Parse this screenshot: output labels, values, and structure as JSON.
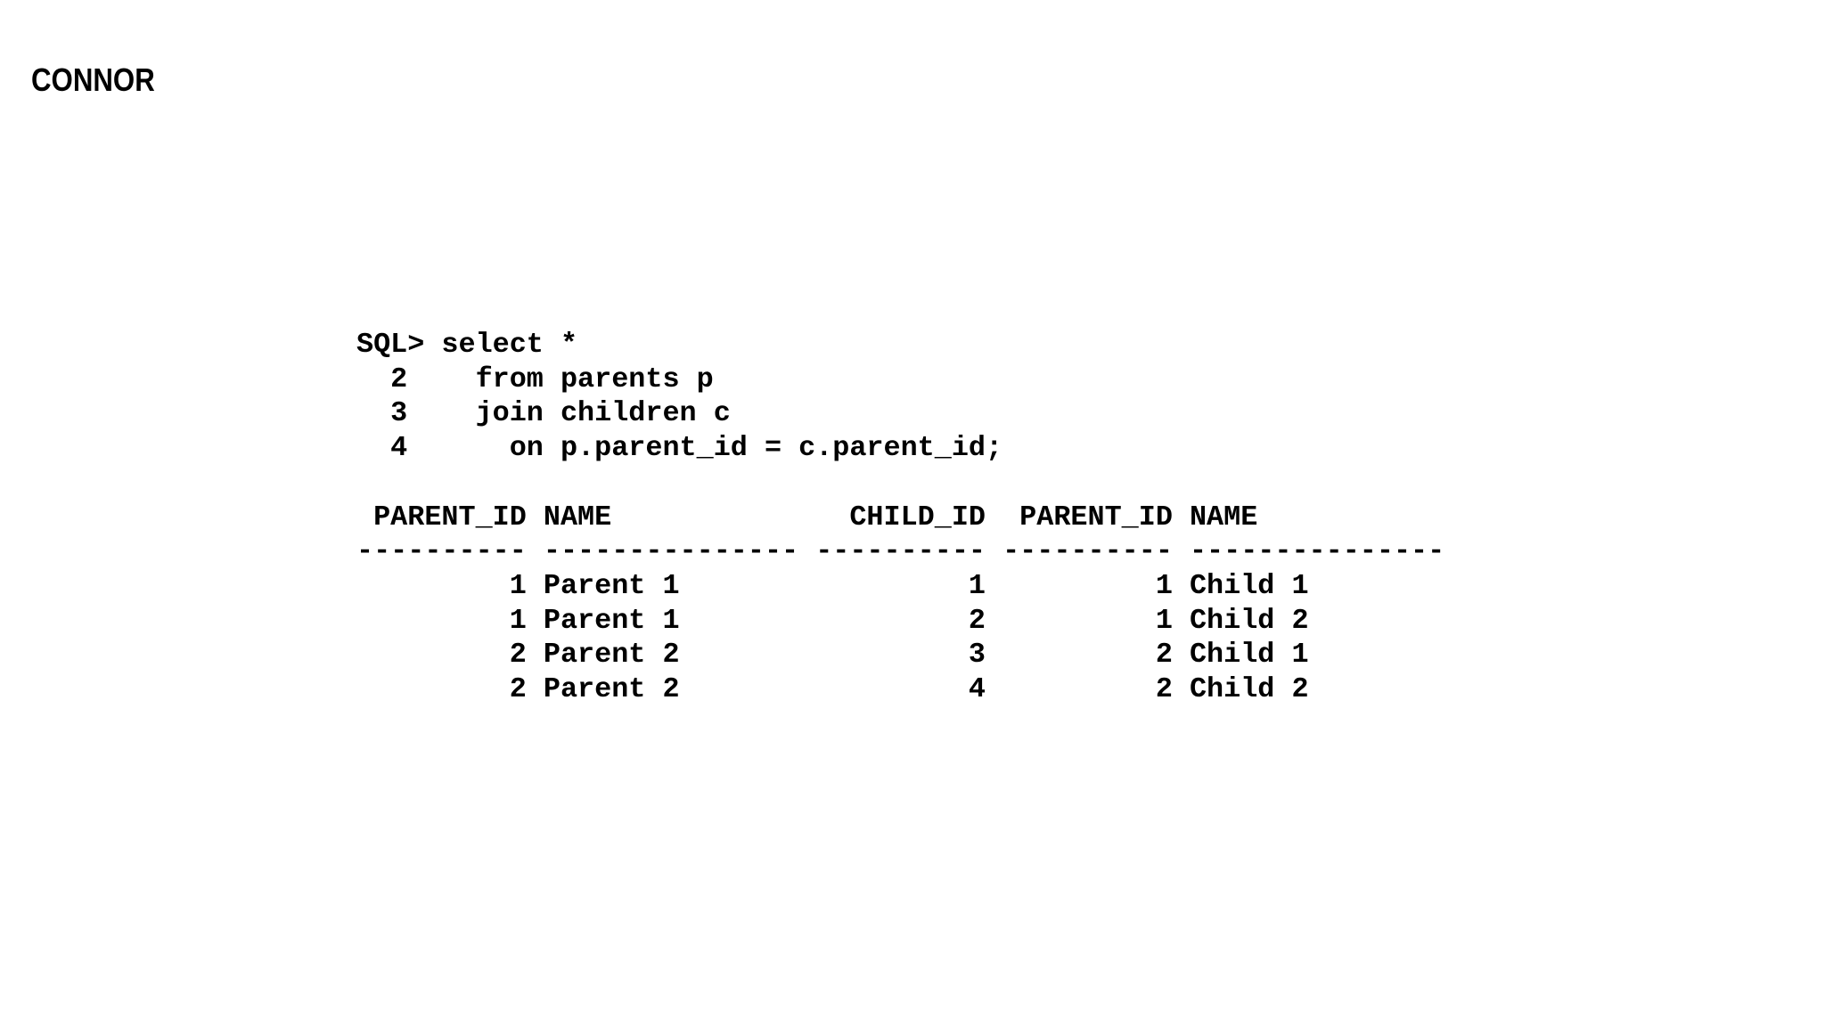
{
  "page": {
    "background_color": "#ffffff",
    "text_color": "#000000"
  },
  "header": {
    "presenter_label": "CONNOR"
  },
  "terminal": {
    "prompt_lines": [
      "SQL> select *",
      "  2    from parents p",
      "  3    join children c",
      "  4      on p.parent_id = c.parent_id;"
    ],
    "result_table": {
      "columns": [
        {
          "name": "PARENT_ID",
          "width": 10,
          "align": "right"
        },
        {
          "name": "NAME",
          "width": 15,
          "align": "left"
        },
        {
          "name": "CHILD_ID",
          "width": 10,
          "align": "right"
        },
        {
          "name": "PARENT_ID",
          "width": 10,
          "align": "right"
        },
        {
          "name": "NAME",
          "width": 15,
          "align": "left"
        }
      ],
      "rows": [
        [
          "1",
          "Parent 1",
          "1",
          "1",
          "Child 1"
        ],
        [
          "1",
          "Parent 1",
          "2",
          "1",
          "Child 2"
        ],
        [
          "2",
          "Parent 2",
          "3",
          "2",
          "Child 1"
        ],
        [
          "2",
          "Parent 2",
          "4",
          "2",
          "Child 2"
        ]
      ]
    }
  }
}
